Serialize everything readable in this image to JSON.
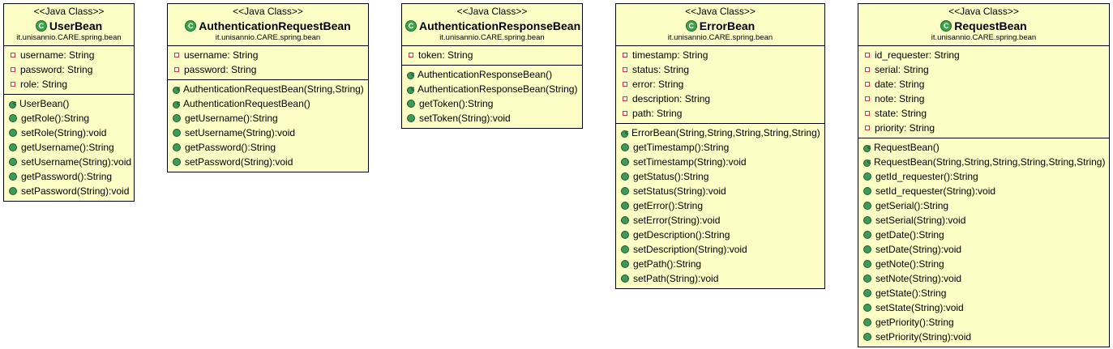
{
  "stereotype": "<<Java Class>>",
  "classes": [
    {
      "name": "UserBean",
      "package": "it.unisannio.CARE.spring.bean",
      "fields": [
        "username: String",
        "password: String",
        "role: String"
      ],
      "methods": [
        {
          "kind": "constructor",
          "text": "UserBean()"
        },
        {
          "kind": "method",
          "text": "getRole():String"
        },
        {
          "kind": "method",
          "text": "setRole(String):void"
        },
        {
          "kind": "method",
          "text": "getUsername():String"
        },
        {
          "kind": "method",
          "text": "setUsername(String):void"
        },
        {
          "kind": "method",
          "text": "getPassword():String"
        },
        {
          "kind": "method",
          "text": "setPassword(String):void"
        }
      ]
    },
    {
      "name": "AuthenticationRequestBean",
      "package": "it.unisannio.CARE.spring.bean",
      "fields": [
        "username: String",
        "password: String"
      ],
      "methods": [
        {
          "kind": "constructor",
          "text": "AuthenticationRequestBean(String,String)"
        },
        {
          "kind": "constructor",
          "text": "AuthenticationRequestBean()"
        },
        {
          "kind": "method",
          "text": "getUsername():String"
        },
        {
          "kind": "method",
          "text": "setUsername(String):void"
        },
        {
          "kind": "method",
          "text": "getPassword():String"
        },
        {
          "kind": "method",
          "text": "setPassword(String):void"
        }
      ]
    },
    {
      "name": "AuthenticationResponseBean",
      "package": "it.unisannio.CARE.spring.bean",
      "fields": [
        "token: String"
      ],
      "methods": [
        {
          "kind": "constructor",
          "text": "AuthenticationResponseBean()"
        },
        {
          "kind": "constructor",
          "text": "AuthenticationResponseBean(String)"
        },
        {
          "kind": "method",
          "text": "getToken():String"
        },
        {
          "kind": "method",
          "text": "setToken(String):void"
        }
      ]
    },
    {
      "name": "ErrorBean",
      "package": "it.unisannio.CARE.spring.bean",
      "fields": [
        "timestamp: String",
        "status: String",
        "error: String",
        "description: String",
        "path: String"
      ],
      "methods": [
        {
          "kind": "constructor",
          "text": "ErrorBean(String,String,String,String,String)"
        },
        {
          "kind": "method",
          "text": "getTimestamp():String"
        },
        {
          "kind": "method",
          "text": "setTimestamp(String):void"
        },
        {
          "kind": "method",
          "text": "getStatus():String"
        },
        {
          "kind": "method",
          "text": "setStatus(String):void"
        },
        {
          "kind": "method",
          "text": "getError():String"
        },
        {
          "kind": "method",
          "text": "setError(String):void"
        },
        {
          "kind": "method",
          "text": "getDescription():String"
        },
        {
          "kind": "method",
          "text": "setDescription(String):void"
        },
        {
          "kind": "method",
          "text": "getPath():String"
        },
        {
          "kind": "method",
          "text": "setPath(String):void"
        }
      ]
    },
    {
      "name": "RequestBean",
      "package": "it.unisannio.CARE.spring.bean",
      "fields": [
        "id_requester: String",
        "serial: String",
        "date: String",
        "note: String",
        "state: String",
        "priority: String"
      ],
      "methods": [
        {
          "kind": "constructor",
          "text": "RequestBean()"
        },
        {
          "kind": "constructor",
          "text": "RequestBean(String,String,String,String,String,String)"
        },
        {
          "kind": "method",
          "text": "getId_requester():String"
        },
        {
          "kind": "method",
          "text": "setId_requester(String):void"
        },
        {
          "kind": "method",
          "text": "getSerial():String"
        },
        {
          "kind": "method",
          "text": "setSerial(String):void"
        },
        {
          "kind": "method",
          "text": "getDate():String"
        },
        {
          "kind": "method",
          "text": "setDate(String):void"
        },
        {
          "kind": "method",
          "text": "getNote():String"
        },
        {
          "kind": "method",
          "text": "setNote(String):void"
        },
        {
          "kind": "method",
          "text": "getState():String"
        },
        {
          "kind": "method",
          "text": "setState(String):void"
        },
        {
          "kind": "method",
          "text": "getPriority():String"
        },
        {
          "kind": "method",
          "text": "setPriority(String):void"
        }
      ]
    }
  ]
}
